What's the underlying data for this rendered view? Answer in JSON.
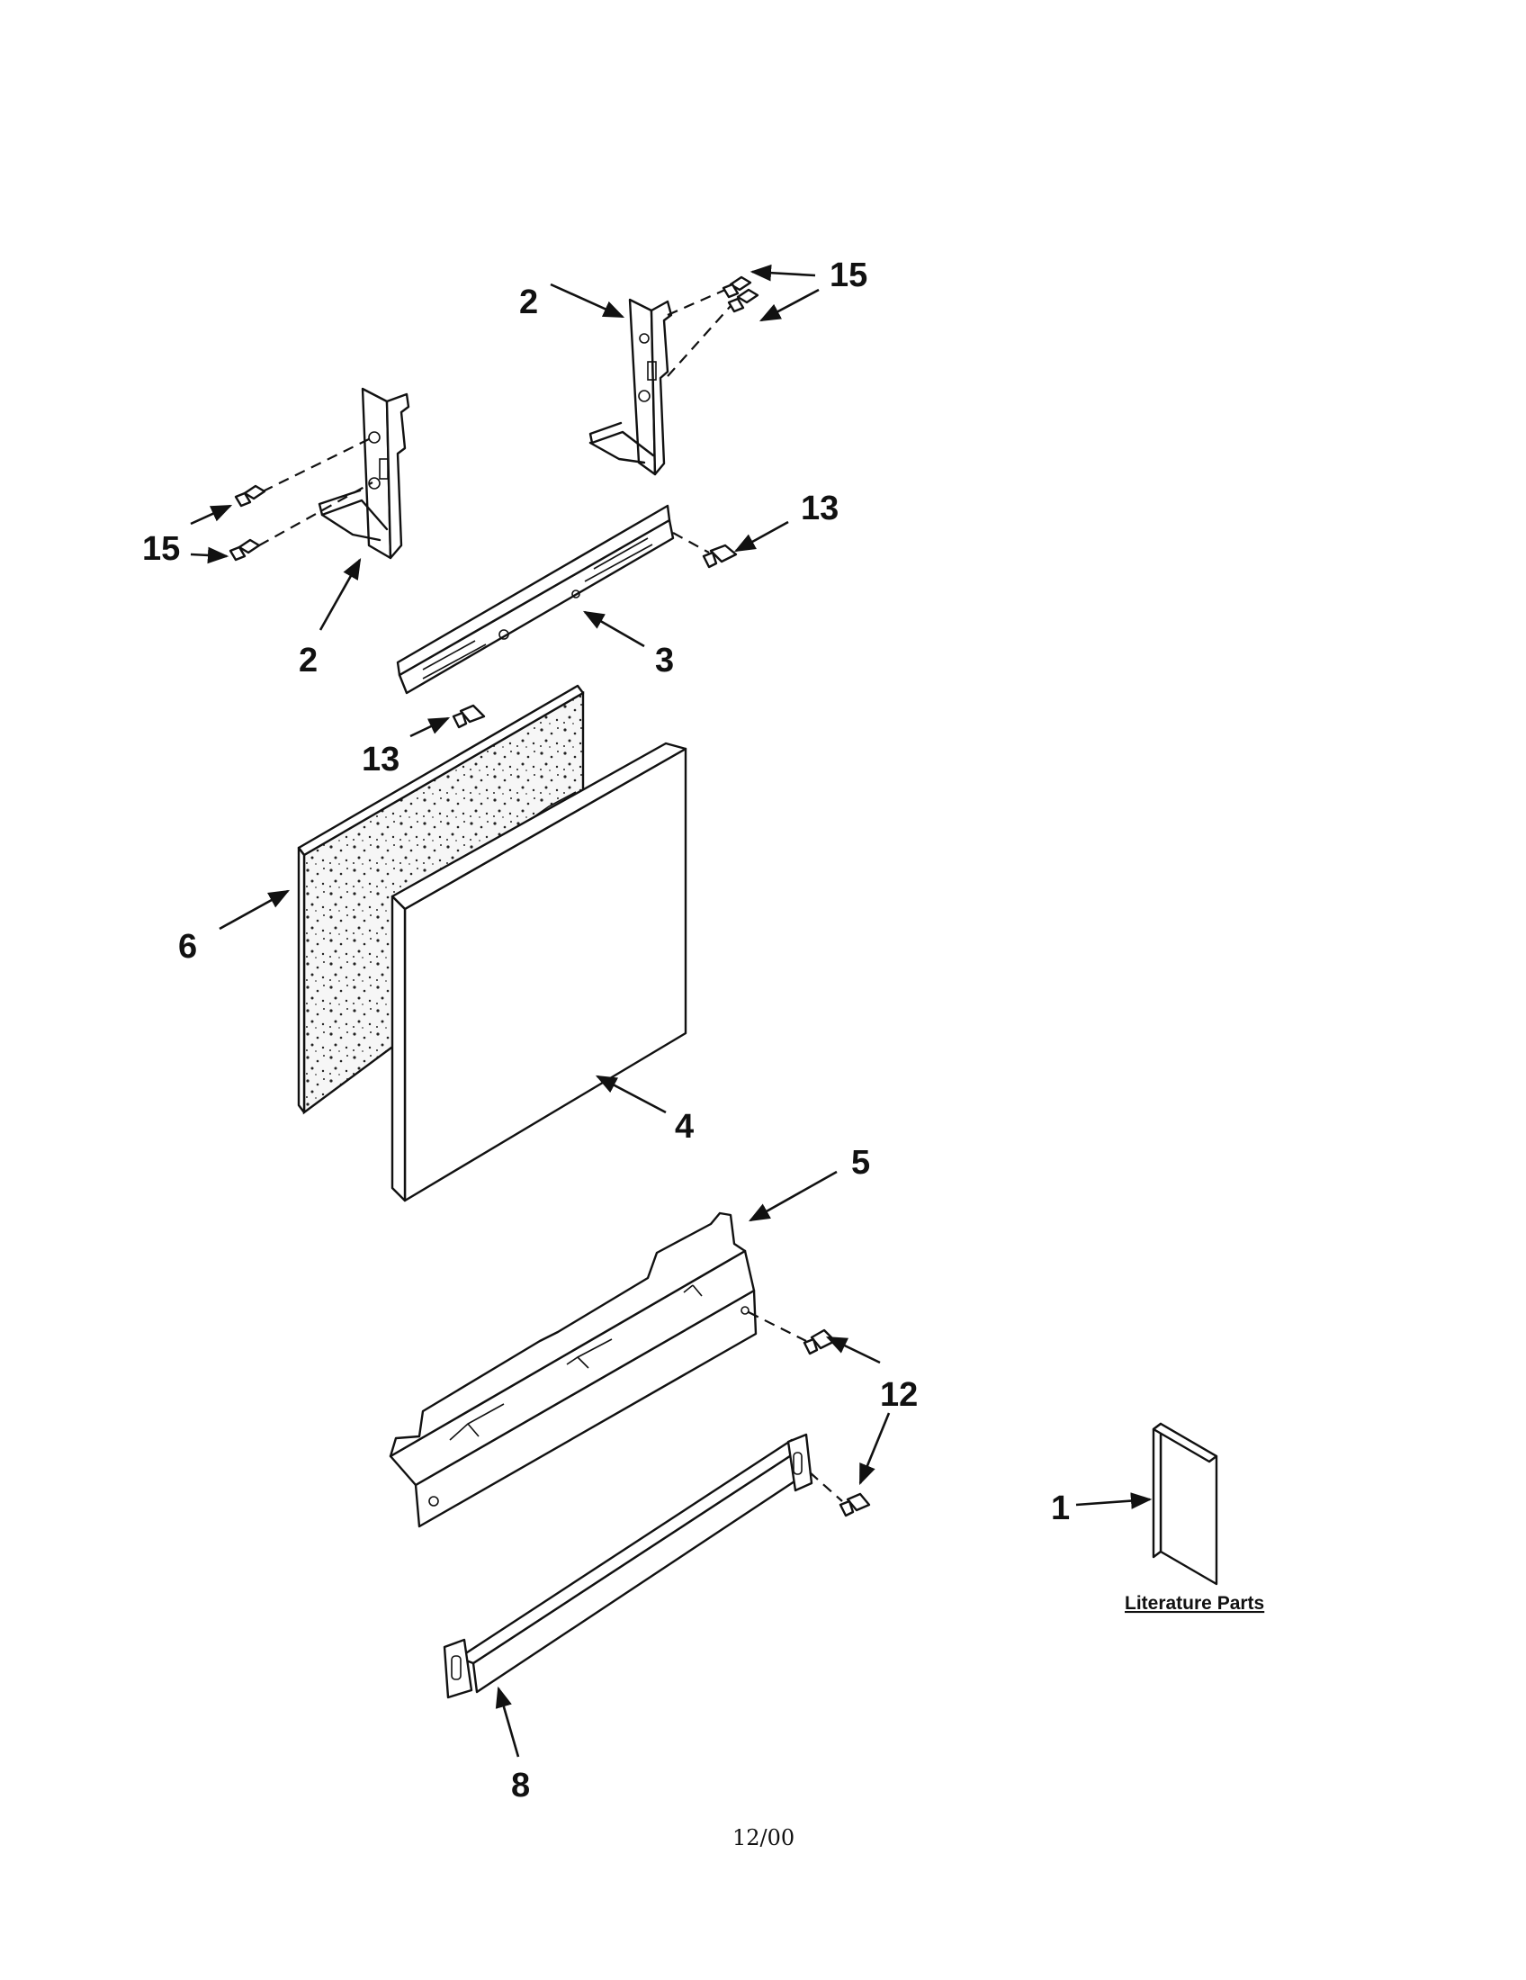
{
  "callouts": {
    "c15_top": "15",
    "c2_top": "2",
    "c15_left": "15",
    "c2_left": "2",
    "c13_right": "13",
    "c3": "3",
    "c13_left": "13",
    "c6": "6",
    "c4": "4",
    "c5": "5",
    "c12": "12",
    "c1": "1",
    "c8": "8"
  },
  "literature_label": "Literature Parts",
  "footer_date": "12/00"
}
